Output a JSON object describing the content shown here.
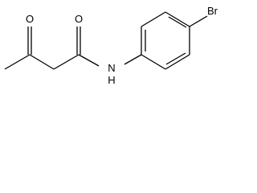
{
  "molecule": {
    "atom_labels": {
      "ketone_oxygen": "O",
      "amide_oxygen": "O",
      "amide_nitrogen": "N",
      "amide_hydrogen": "H",
      "bromine": "Br"
    },
    "line_color": "#000000",
    "background_color": "#ffffff"
  }
}
